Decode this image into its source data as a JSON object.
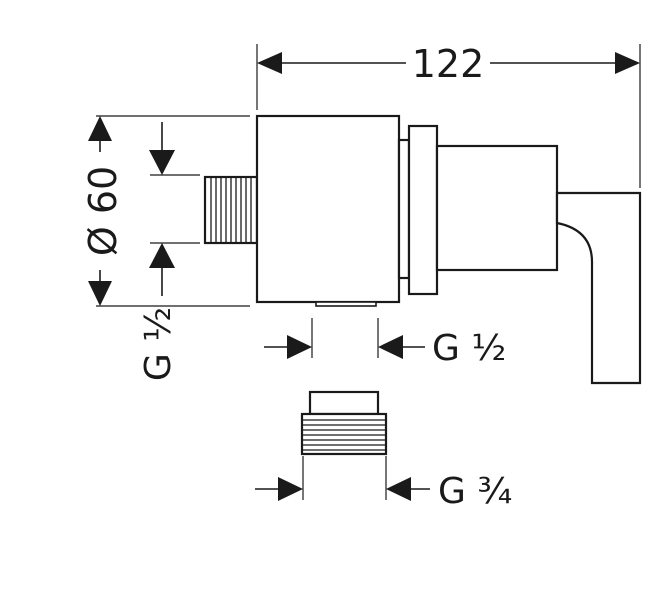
{
  "dimensions": {
    "overall_length": "122",
    "diameter": "Ø 60",
    "inlet_thread": "G ½",
    "outlet_thread": "G ½",
    "adapter_thread": "G ¾"
  },
  "colors": {
    "line": "#1a1a1a",
    "background": "#ffffff"
  }
}
